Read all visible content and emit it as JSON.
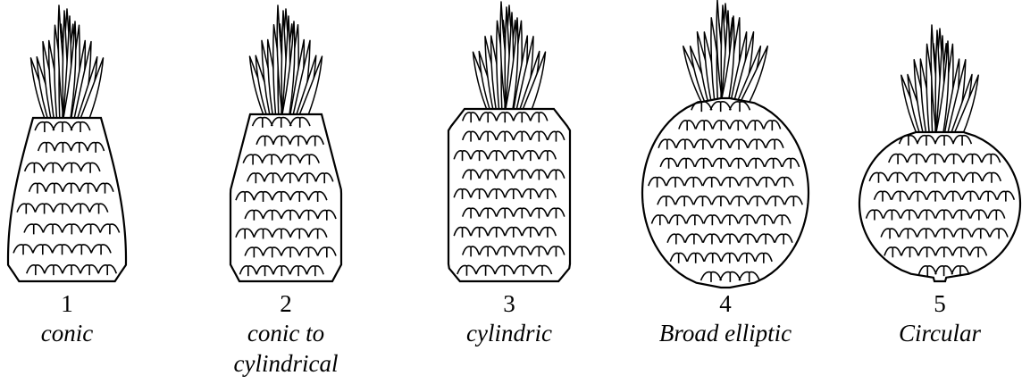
{
  "colors": {
    "stroke": "#000000",
    "background": "#ffffff"
  },
  "fruits": [
    {
      "number": "1",
      "label": "conic",
      "label2": "",
      "shape": "conic"
    },
    {
      "number": "2",
      "label": "conic to",
      "label2": "cylindrical",
      "shape": "conic-to-cylindrical"
    },
    {
      "number": "3",
      "label": "cylindric",
      "label2": "",
      "shape": "cylindric"
    },
    {
      "number": "4",
      "label": "Broad elliptic",
      "label2": "",
      "shape": "broad-elliptic"
    },
    {
      "number": "5",
      "label": "Circular",
      "label2": "",
      "shape": "circular"
    }
  ]
}
